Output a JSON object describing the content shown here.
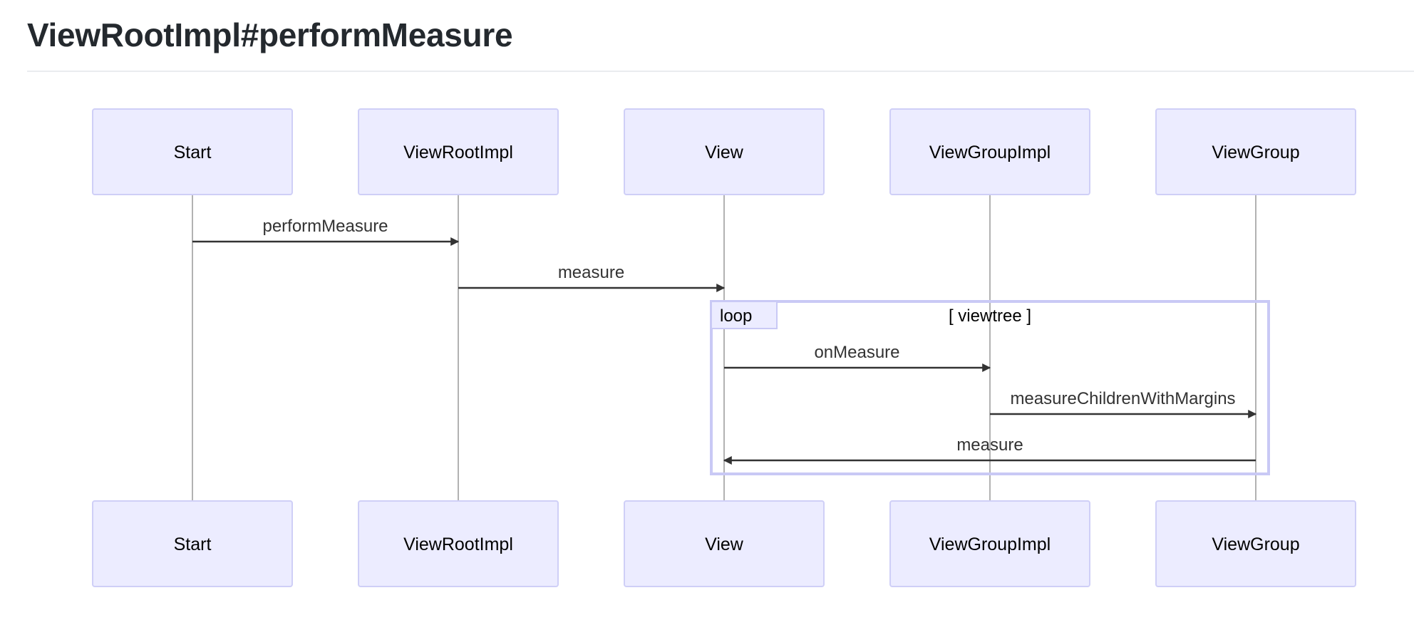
{
  "page": {
    "title": "ViewRootImpl#performMeasure"
  },
  "diagram": {
    "type": "sequence",
    "actors": [
      {
        "id": "start",
        "label": "Start"
      },
      {
        "id": "viewrootimpl",
        "label": "ViewRootImpl"
      },
      {
        "id": "view",
        "label": "View"
      },
      {
        "id": "viewgroupimpl",
        "label": "ViewGroupImpl"
      },
      {
        "id": "viewgroup",
        "label": "ViewGroup"
      }
    ],
    "messages": [
      {
        "from": "start",
        "to": "viewrootimpl",
        "label": "performMeasure"
      },
      {
        "from": "viewrootimpl",
        "to": "view",
        "label": "measure"
      },
      {
        "from": "view",
        "to": "viewgroupimpl",
        "label": "onMeasure"
      },
      {
        "from": "viewgroupimpl",
        "to": "viewgroup",
        "label": "measureChildrenWithMargins"
      },
      {
        "from": "viewgroup",
        "to": "view",
        "label": "measure"
      }
    ],
    "loop": {
      "label": "loop",
      "condition": "[ viewtree ]",
      "first_message": 2,
      "last_message": 4
    },
    "colors": {
      "actor_fill": "#ececff",
      "actor_border": "#cfcff7",
      "loop_border": "#c9c9f5",
      "lifeline": "#999999",
      "message": "#333333",
      "title": "#24292e"
    }
  }
}
